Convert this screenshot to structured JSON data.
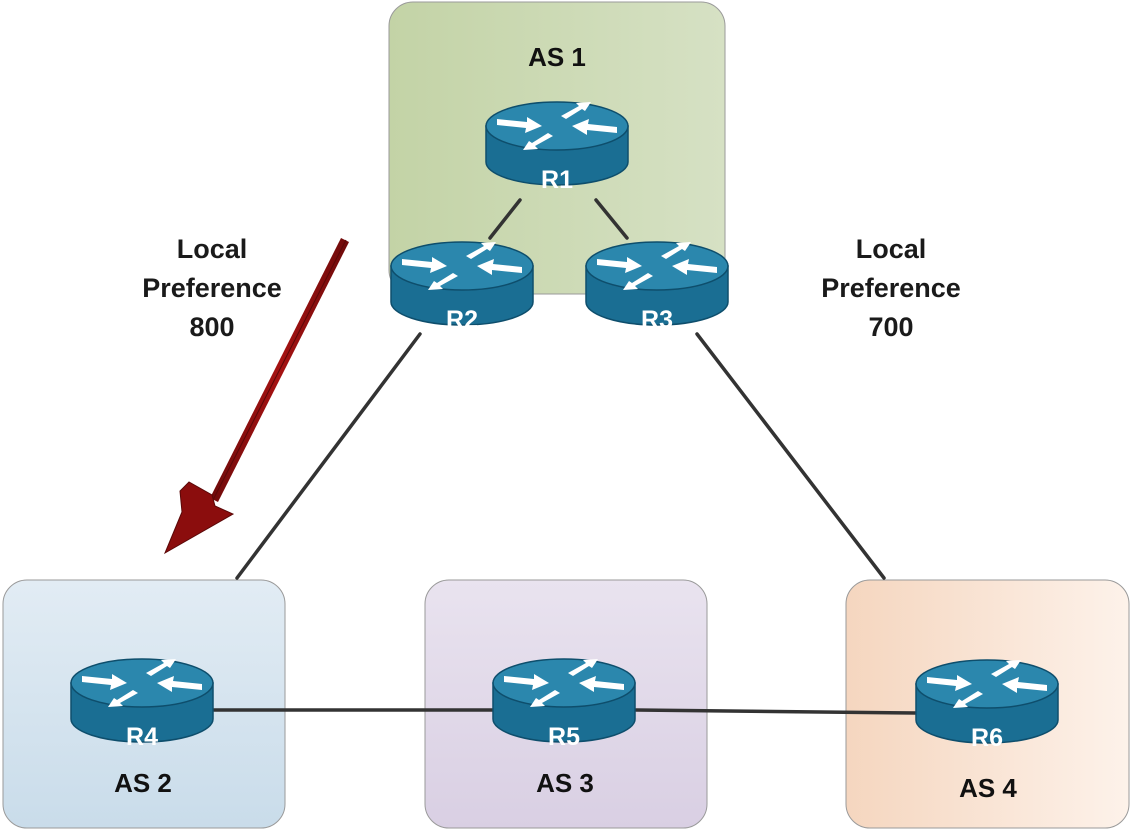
{
  "colors": {
    "router_body": "#1a6e93",
    "router_top": "#2b87ad",
    "router_dark": "#0e4e6c",
    "link": "#333333",
    "arrow": "#8b0d0d"
  },
  "autonomous_systems": [
    {
      "id": "as1",
      "label": "AS 1",
      "color_light": "#d6e1c4",
      "color_dark": "#c3d3a6"
    },
    {
      "id": "as2",
      "label": "AS 2",
      "color_light": "#e2ecf4",
      "color_dark": "#c9dcea"
    },
    {
      "id": "as3",
      "label": "AS 3",
      "color_light": "#e9e3ef",
      "color_dark": "#d9cfe3"
    },
    {
      "id": "as4",
      "label": "AS 4",
      "color_light": "#fdf2ea",
      "color_dark": "#f5d6bf"
    }
  ],
  "routers": [
    {
      "id": "r1",
      "label": "R1",
      "icon": "router-icon"
    },
    {
      "id": "r2",
      "label": "R2",
      "icon": "router-icon"
    },
    {
      "id": "r3",
      "label": "R3",
      "icon": "router-icon"
    },
    {
      "id": "r4",
      "label": "R4",
      "icon": "router-icon"
    },
    {
      "id": "r5",
      "label": "R5",
      "icon": "router-icon"
    },
    {
      "id": "r6",
      "label": "R6",
      "icon": "router-icon"
    }
  ],
  "links": [
    {
      "from": "r1",
      "to": "r2"
    },
    {
      "from": "r1",
      "to": "r3"
    },
    {
      "from": "r2",
      "to": "r4"
    },
    {
      "from": "r3",
      "to": "r6"
    },
    {
      "from": "r4",
      "to": "r5"
    },
    {
      "from": "r5",
      "to": "r6"
    }
  ],
  "annotations": {
    "left": {
      "line1": "Local",
      "line2": "Preference",
      "line3": "800"
    },
    "right": {
      "line1": "Local",
      "line2": "Preference",
      "line3": "700"
    }
  },
  "arrow_icon": "arrow-icon"
}
